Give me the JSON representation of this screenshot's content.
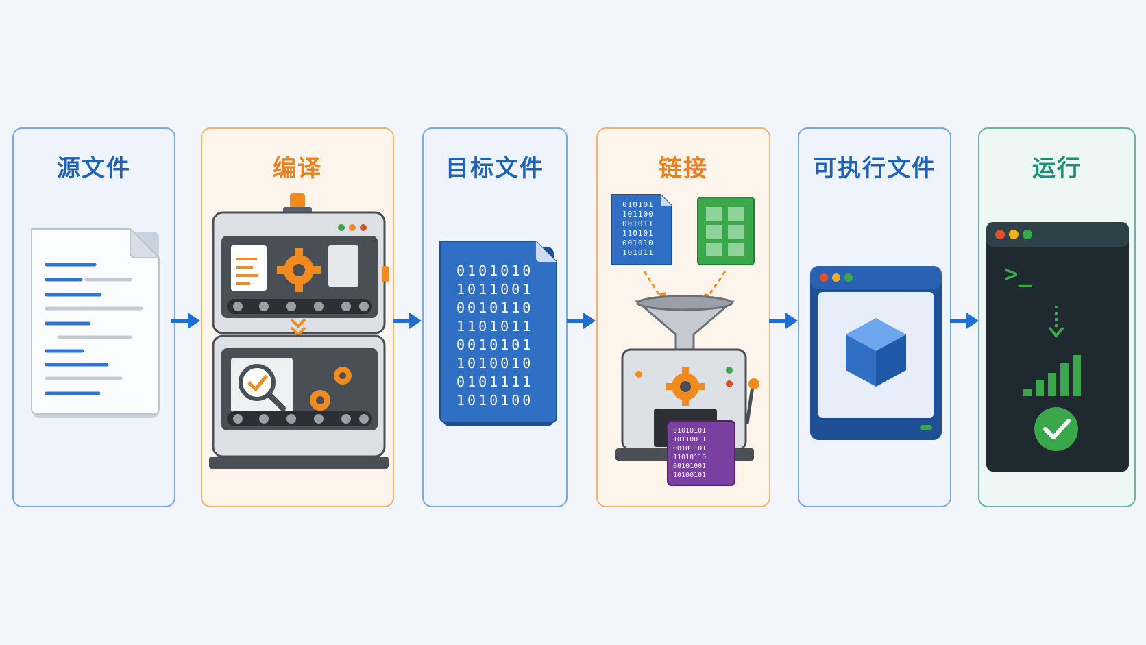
{
  "stages": [
    {
      "title": "源文件"
    },
    {
      "title": "编译"
    },
    {
      "title": "目标文件"
    },
    {
      "title": "链接"
    },
    {
      "title": "可执行文件"
    },
    {
      "title": "运行"
    }
  ],
  "object_file": {
    "rows": [
      "0101010",
      "1011001",
      "0010110",
      "1101011",
      "0010101",
      "1010010",
      "0101111",
      "1010100"
    ]
  },
  "link_inputs": {
    "blue_file_rows": [
      "010101",
      "101100",
      "001011",
      "110101",
      "001010",
      "101011"
    ],
    "output_rows": [
      "01010101",
      "10110011",
      "00101101",
      "11010110",
      "00101001",
      "10100101"
    ]
  },
  "terminal": {
    "prompt": ">_"
  },
  "colors": {
    "blue": "#1f63b8",
    "orange": "#e8801e",
    "teal": "#1e8f76",
    "arrow": "#1f6fd1",
    "green": "#3aa74a",
    "purple": "#7a3fa0"
  }
}
